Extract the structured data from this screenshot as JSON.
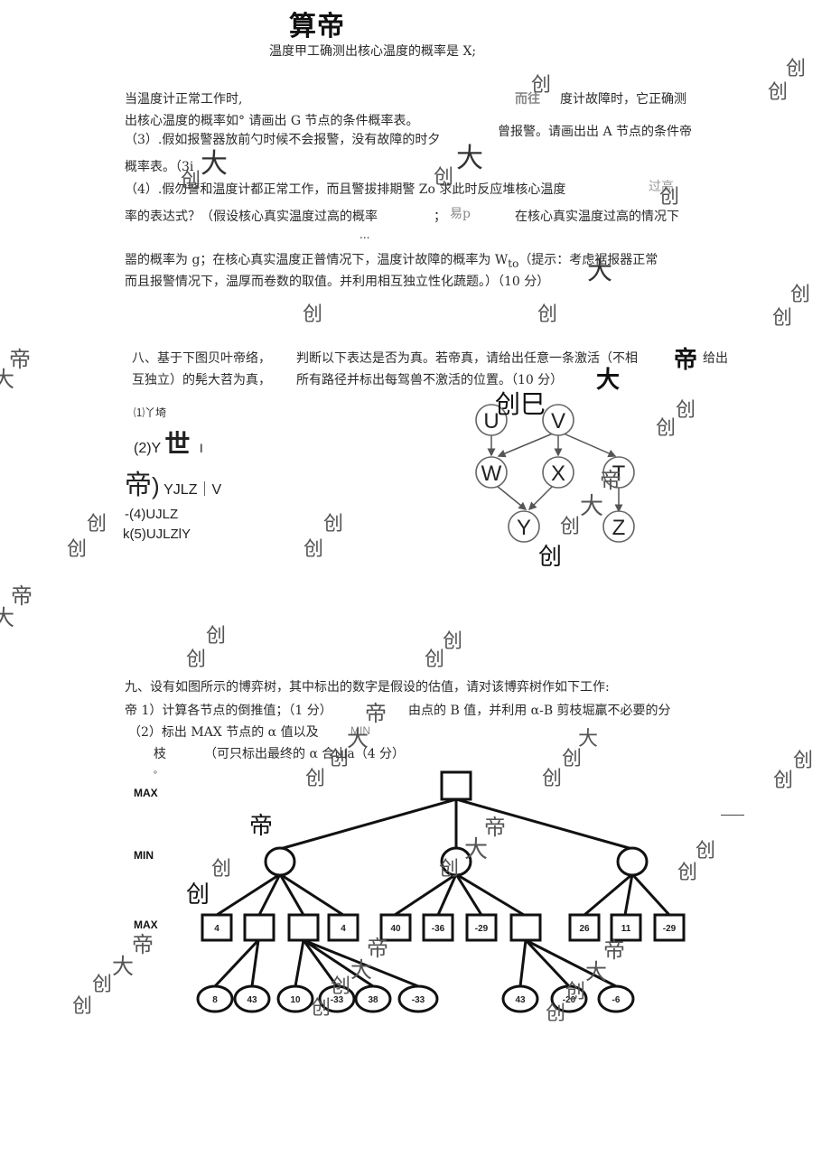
{
  "header": {
    "title": "算帝",
    "subtitle": "温度甲工确测出核心温度的概率是 X;"
  },
  "section7": {
    "lines": [
      "当温度计正常工作时,",
      "度计故障时，它正确测",
      "出核心温度的概率如°  请画出 G 节点的条件概率表。",
      "曾报警。请画出出 A 节点的条件帝",
      "（3）.假如报警器放前勺时候不会报警，没有故障的时夕",
      "概率表。（3i",
      "（4）.假勿警和温度计都正常工作，而且警拔排期警 Zo 求此时反应堆核心温度",
      "率的表达式？（假设核心真实温度过高的概率",
      "；",
      "在核心真实温度过高的情况下",
      "...",
      "噐的概率为 g；在核心真实温度正普情况下，温度计故障的概率为 W",
      "to",
      "（提示：考虑裾报器正常",
      "而且报警情况下，温厚而卷数的取值。并利用相互独立性化蔬题。）（10 分）"
    ],
    "fragment_right_top": "而往",
    "fragment_right_mid": "过高",
    "fragment_mid": "易p"
  },
  "section8": {
    "line1_left": "八、基于下图贝叶帝络，",
    "line1_right": "判断以下表达是否为真。若帝真，请给出任意一条激活（不相",
    "line1_end": "给出",
    "line2_left": "互独立）的髡大苕为真，",
    "line2_right": "所有路径并标出每驾兽不激活的位置。（10 分）",
    "items": [
      {
        "prefix": "⑴",
        "text": "丫埼"
      },
      {
        "prefix": "(2)Y",
        "big": "世",
        "text": "I"
      },
      {
        "big": "帝",
        "prefix": ")",
        "text": "YJLZ｜V"
      },
      {
        "prefix": "-(4)",
        "text": "UJLZ"
      },
      {
        "prefix": "k(5)",
        "text": "UJLZlY"
      }
    ],
    "bayes_net": {
      "nodes": [
        {
          "id": "U",
          "label": "U"
        },
        {
          "id": "V",
          "label": "V"
        },
        {
          "id": "W",
          "label": "W"
        },
        {
          "id": "X",
          "label": "X"
        },
        {
          "id": "T",
          "label": "T"
        },
        {
          "id": "Y",
          "label": "Y"
        },
        {
          "id": "Z",
          "label": "Z"
        }
      ],
      "edges": [
        [
          "U",
          "W"
        ],
        [
          "V",
          "W"
        ],
        [
          "V",
          "X"
        ],
        [
          "V",
          "T"
        ],
        [
          "W",
          "Y"
        ],
        [
          "X",
          "Y"
        ],
        [
          "T",
          "Z"
        ]
      ]
    }
  },
  "section9": {
    "line1": "九、设有如图所示的博弈树，其中标出的数字是假设的估值，请对该博弈树作如下工作:",
    "line2_left": "帝 1）计算各节点的倒推值；（1 分）",
    "line2_right": "由点的 B 值，并利用 α-B 剪枝堀羸不必要的分",
    "line3": "（2）标出 MAX 节点的 α 值以及",
    "line3_fragment": "MIN",
    "line4_left": "枝",
    "line4_right": "（可只标出最终的 α 合山a（4 分）",
    "line5": "。",
    "level_labels": [
      "MAX",
      "MIN",
      "MAX"
    ],
    "game_tree": {
      "min_nodes": 3,
      "max_level_values": [
        "4",
        "",
        "",
        "4",
        "40",
        "-36",
        "-29",
        "",
        "26",
        "11",
        "-29"
      ],
      "leaves": {
        "node2": [
          "8",
          "43"
        ],
        "node3": [
          "10",
          "-33",
          "38",
          "-33"
        ],
        "node8": [
          "43",
          "-20",
          "-6"
        ]
      }
    }
  },
  "watermarks": {
    "chuang": "创",
    "da": "大",
    "di": "帝",
    "ba": "巳"
  }
}
